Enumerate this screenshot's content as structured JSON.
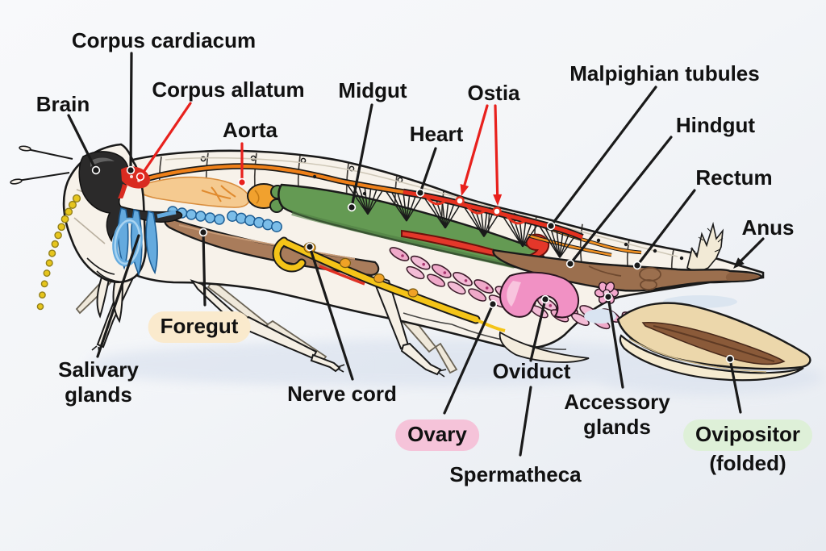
{
  "labels": [
    {
      "id": "brain",
      "lines": [
        "Brain"
      ]
    },
    {
      "id": "corpus-cardiacum",
      "lines": [
        "Corpus cardiacum"
      ]
    },
    {
      "id": "corpus-allatum",
      "lines": [
        "Corpus allatum"
      ]
    },
    {
      "id": "aorta",
      "lines": [
        "Aorta"
      ]
    },
    {
      "id": "midgut",
      "lines": [
        "Midgut"
      ]
    },
    {
      "id": "heart",
      "lines": [
        "Heart"
      ]
    },
    {
      "id": "ostia",
      "lines": [
        "Ostia"
      ]
    },
    {
      "id": "malpighian-tubules",
      "lines": [
        "Malpighian tubules"
      ]
    },
    {
      "id": "hindgut",
      "lines": [
        "Hindgut"
      ]
    },
    {
      "id": "rectum",
      "lines": [
        "Rectum"
      ]
    },
    {
      "id": "anus",
      "lines": [
        "Anus"
      ]
    },
    {
      "id": "foregut",
      "lines": [
        "Foregut"
      ],
      "badge": "cream"
    },
    {
      "id": "salivary-glands",
      "lines": [
        "Salivary",
        "glands"
      ]
    },
    {
      "id": "nerve-cord",
      "lines": [
        "Nerve cord"
      ]
    },
    {
      "id": "ovary",
      "lines": [
        "Ovary"
      ],
      "badge": "pink"
    },
    {
      "id": "oviduct",
      "lines": [
        "Oviduct"
      ]
    },
    {
      "id": "spermatheca",
      "lines": [
        "Spermatheca"
      ]
    },
    {
      "id": "accessory-glands",
      "lines": [
        "Accessory",
        "glands"
      ]
    },
    {
      "id": "ovipositor",
      "lines": [
        "Ovipositor",
        "(folded)"
      ],
      "badge": "green",
      "badge_line": 0
    }
  ],
  "badge_colors": {
    "cream": "#faeacd",
    "pink": "#f5c3d9",
    "green": "#def0d8"
  },
  "leader_colors": {
    "black": "#1a1a1a",
    "red": "#e8211d"
  },
  "text_color": "#111111",
  "organ_colors": {
    "body": "#f7f2ea",
    "outline": "#1a1a1a",
    "brain": "#2b2a2a",
    "corpus": "#d92b20",
    "salivary": "#64aade",
    "salivary_light": "#a9d4f1",
    "crop": "#f5ca90",
    "gizzard": "#f1a12e",
    "midgut": "#649a53",
    "midgut_shade": "#4f7d42",
    "caeca": "#e4372a",
    "foregut": "#a97c5b",
    "hindgut": "#9b6f4e",
    "nerve": "#f4c418",
    "ganglion": "#f0a226",
    "aorta": "#ef8018",
    "heart": "#e5311f",
    "tubules": "#f29122",
    "ovary": "#efa9c9",
    "oviduct": "#f191c4",
    "accessory": "#f3a8cd",
    "ovipositor": "#ecd7ab",
    "ovipositor_light": "#f6ebd0",
    "ovipositor_core": "#8a5a39",
    "antenna": "#e6c51d",
    "shadow": "#d9e1ee"
  }
}
